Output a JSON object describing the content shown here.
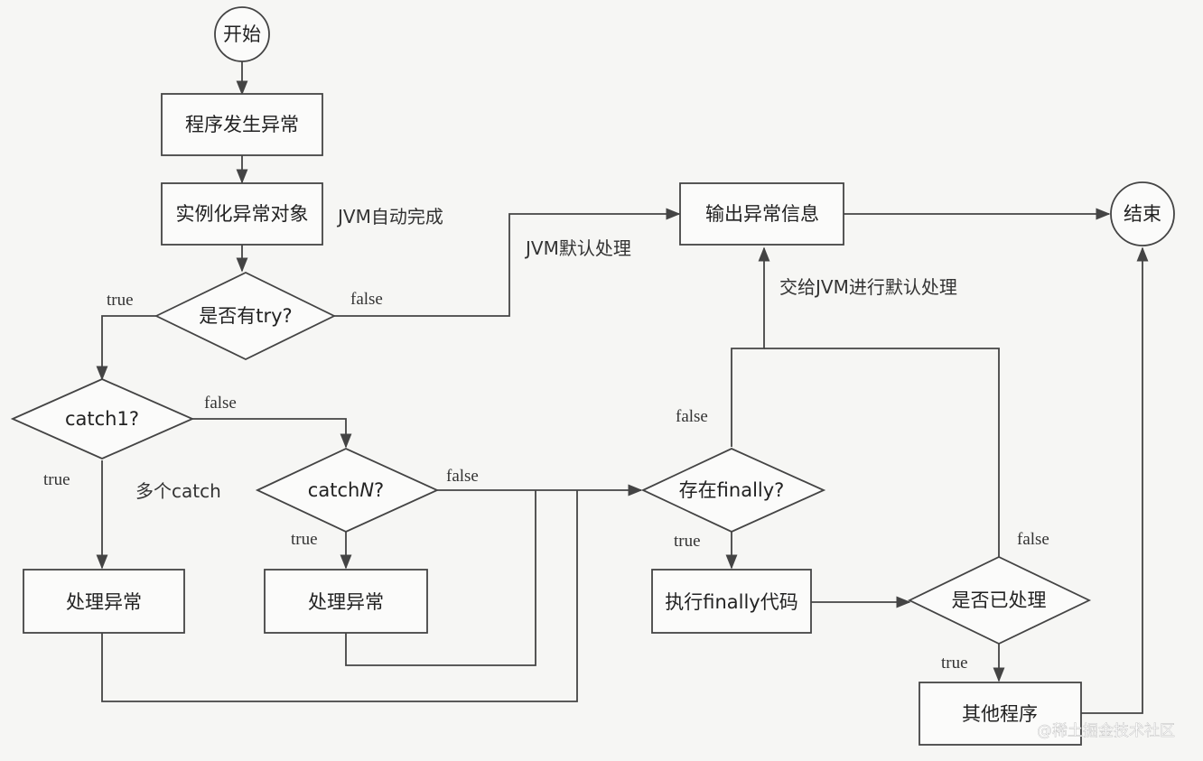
{
  "nodes": {
    "start": "开始",
    "exception": "程序发生异常",
    "instantiate": "实例化异常对象",
    "has_try": "是否有try?",
    "catch1": "catch1?",
    "catchN_prefix": "catch",
    "catchN_italic": "N",
    "catchN_suffix": "?",
    "handle1": "处理异常",
    "handleN": "处理异常",
    "output": "输出异常信息",
    "end": "结束",
    "has_finally": "存在finally?",
    "exec_finally": "执行finally代码",
    "handled": "是否已处理",
    "other": "其他程序"
  },
  "labels": {
    "jvm_auto": "JVM自动完成",
    "jvm_default": "JVM默认处理",
    "to_jvm": "交给JVM进行默认处理",
    "multi_catch": "多个catch",
    "try_true": "true",
    "try_false": "false",
    "catch1_false": "false",
    "catch1_true": "true",
    "catchN_false": "false",
    "catchN_true": "true",
    "finally_false": "false",
    "finally_true": "true",
    "handled_false": "false",
    "handled_true": "true"
  },
  "watermark": "@稀土掘金技术社区"
}
